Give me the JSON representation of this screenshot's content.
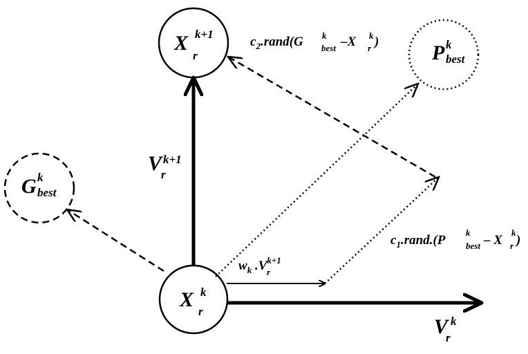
{
  "nodes": {
    "x_current": {
      "base": "X",
      "sup": "k",
      "sub": "r"
    },
    "x_next": {
      "base": "X",
      "sup": "k+1",
      "sub": "r"
    },
    "p_best": {
      "base": "P",
      "sup": "k",
      "sub": "best"
    },
    "g_best": {
      "base": "G",
      "sup": "k",
      "sub": "best"
    }
  },
  "vectors": {
    "v_current": {
      "base": "V",
      "sup": "k",
      "sub": "r"
    },
    "v_next": {
      "base": "V",
      "sup": "k+1",
      "sub": "r"
    }
  },
  "terms": {
    "inertia": {
      "w": "w",
      "w_sub": "k",
      "dot": " .",
      "v": "V",
      "v_sup": "k+1",
      "v_sub": "r"
    },
    "cognitive": {
      "c": "c",
      "c_sub": "1",
      "rest": ".rand.(",
      "p": "P",
      "p_sup": "k",
      "p_sub": "best",
      "minus": " – ",
      "x": "X",
      "x_sup": "k",
      "x_sub": "r",
      "close": " )"
    },
    "social": {
      "c": "c",
      "c_sub": "2",
      "rest": ".rand(",
      "g": "G",
      "g_sup": "k",
      "g_sub": "best",
      "minus": " –",
      "x": "X",
      "x_sup": "k",
      "x_sub": "r",
      "close": " )"
    }
  },
  "colors": {
    "ink": "#000000",
    "background": "#ffffff"
  }
}
